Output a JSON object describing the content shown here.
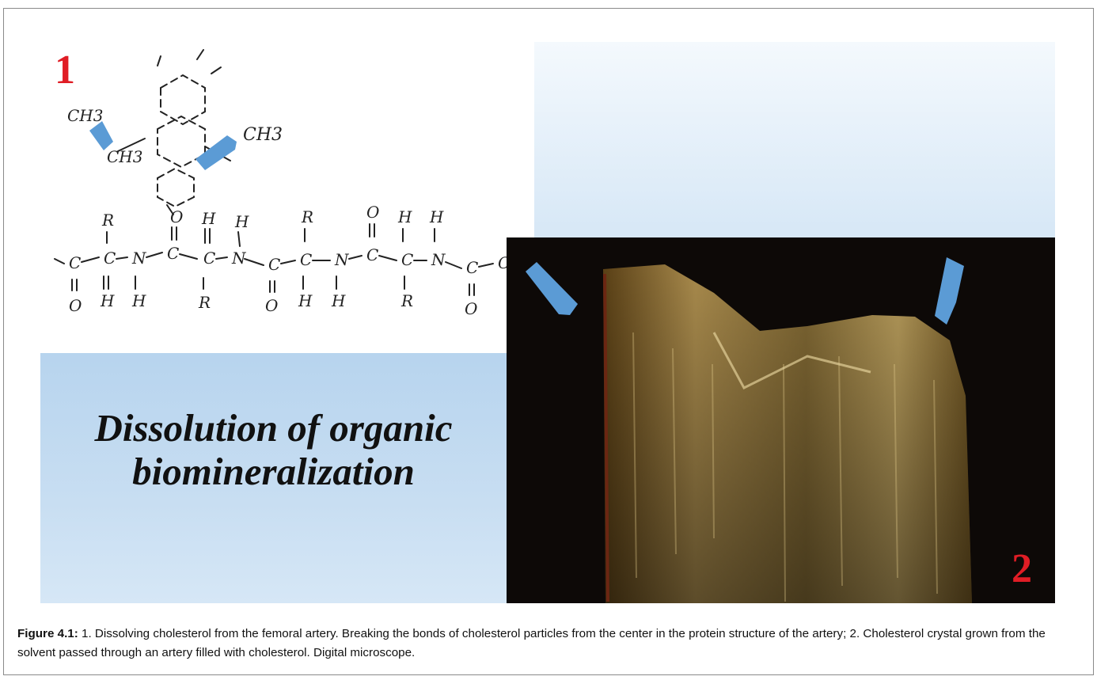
{
  "figure": {
    "panel1_number": "1",
    "panel2_number": "2",
    "panel1_title_line1": "Dissolution of organic",
    "panel1_title_line2": "biomineralization",
    "structure_labels": {
      "ch3_a": "CH3",
      "ch3_b": "CH3",
      "ch3_c": "CH3",
      "r_group": "R",
      "h_atom": "H",
      "o_atom": "O",
      "c_atom": "C",
      "n_atom": "N"
    },
    "colors": {
      "arrow": "#5b9bd5",
      "number": "#e01d25",
      "panel_background": "#c8def2"
    }
  },
  "caption": {
    "label": "Figure 4.1:",
    "text": " 1. Dissolving cholesterol from the femoral artery. Breaking the bonds of cholesterol particles from the center in the protein structure of the artery; 2. Cholesterol crystal grown from the solvent passed through an artery filled with cholesterol. Digital microscope."
  }
}
